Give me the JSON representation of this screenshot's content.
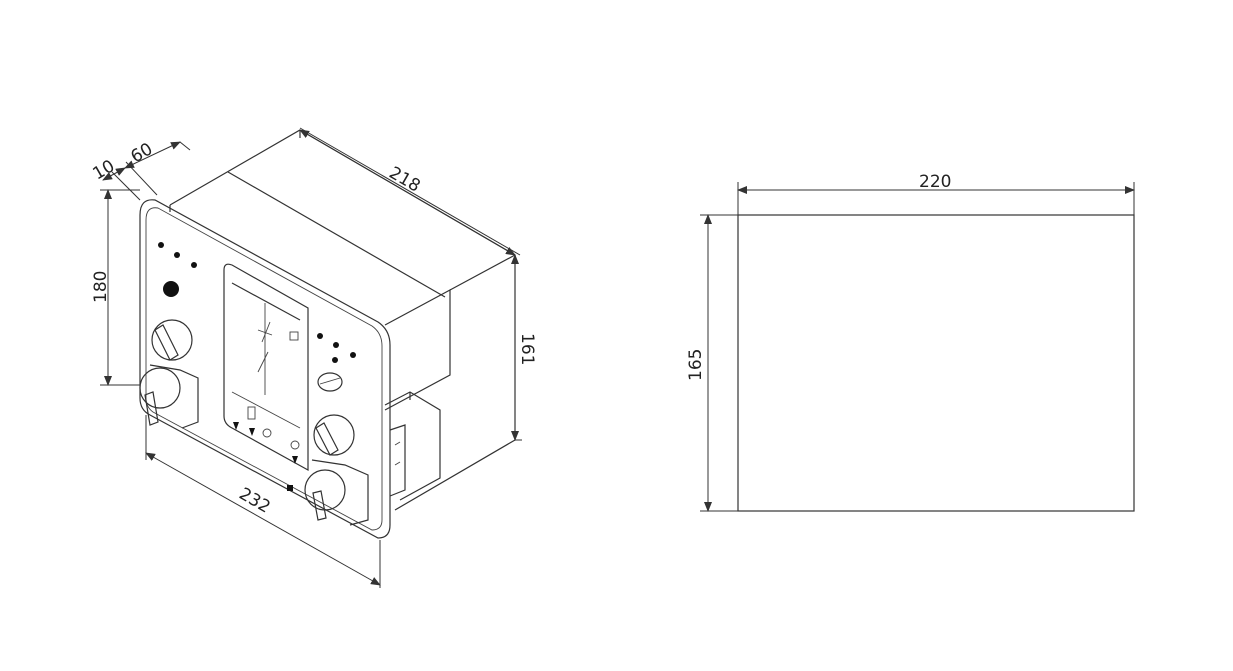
{
  "dimensions": {
    "iso_depth_front": "10",
    "iso_depth_mid": "60",
    "iso_depth_total": "218",
    "iso_height_front": "180",
    "iso_height_back": "161",
    "iso_width": "232",
    "cutout_width": "220",
    "cutout_height": "165"
  },
  "colors": {
    "line": "#333333",
    "background": "#ffffff"
  }
}
